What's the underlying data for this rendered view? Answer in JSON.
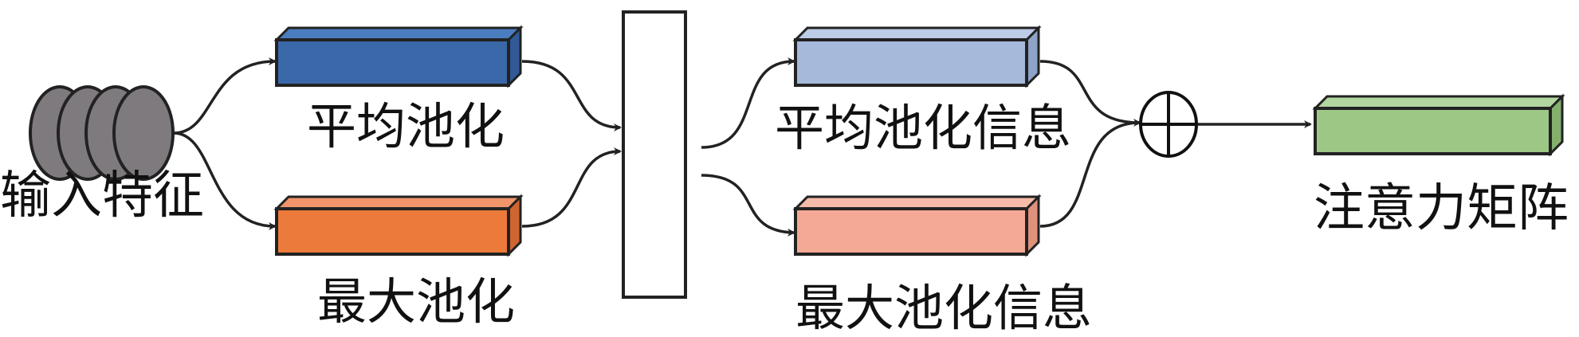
{
  "labels": {
    "input": "输入特征",
    "avg_pool": "平均池化",
    "max_pool": "最大池化",
    "avg_pool_info": "平均池化信息",
    "max_pool_info": "最大池化信息",
    "attention": "注意力矩阵"
  },
  "colors": {
    "input": "#7f7a7d",
    "avg_pool": "#3a68a8",
    "max_pool": "#ec7a3a",
    "avg_pool_info": "#a6b9da",
    "max_pool_info": "#f4a995",
    "attention": "#9cc784",
    "line": "#222222"
  }
}
